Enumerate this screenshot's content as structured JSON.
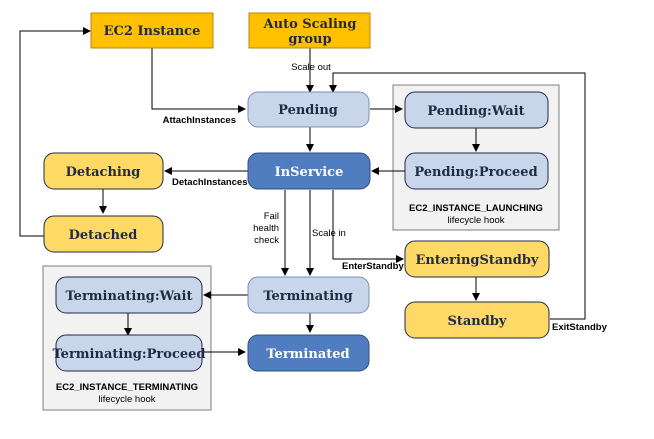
{
  "nodes": {
    "ec2_instance": "EC2 Instance",
    "asg_line1": "Auto Scaling",
    "asg_line2": "group",
    "pending": "Pending",
    "pending_wait": "Pending:Wait",
    "pending_proceed": "Pending:Proceed",
    "inservice": "InService",
    "detaching": "Detaching",
    "detached": "Detached",
    "entering_standby": "EnteringStandby",
    "standby": "Standby",
    "terminating": "Terminating",
    "terminating_wait": "Terminating:Wait",
    "terminating_proceed": "Terminating:Proceed",
    "terminated": "Terminated"
  },
  "edges": {
    "scale_out": "Scale out",
    "attach_instances": "AttachInstances",
    "detach_instances": "DetachInstances",
    "fail_line1": "Fail",
    "fail_line2": "health",
    "fail_line3": "check",
    "scale_in": "Scale in",
    "enter_standby": "EnterStandby",
    "exit_standby": "ExitStandby"
  },
  "hooks": {
    "launching_name": "EC2_INSTANCE_LAUNCHING",
    "launching_sub": "lifecycle hook",
    "terminating_name": "EC2_INSTANCE_TERMINATING",
    "terminating_sub": "lifecycle hook"
  },
  "colors": {
    "orange": "#FFC000",
    "light_blue": "#C9D5EA",
    "dark_blue": "#4F7DC0",
    "yellow": "#FFD966",
    "hook_bg": "#F2F2F2"
  }
}
